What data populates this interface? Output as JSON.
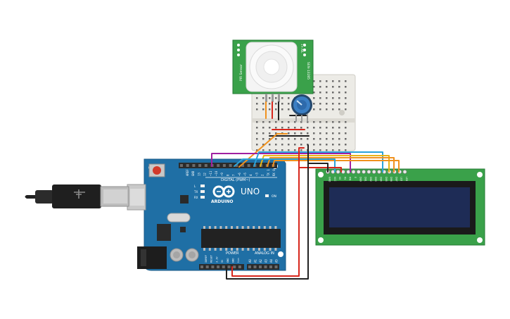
{
  "arduino": {
    "model": "UNO",
    "brand": "ARDUINO",
    "digital_header": "DIGITAL (PWM~)",
    "power_header": "POWER",
    "analog_header": "ANALOG IN",
    "on_label": "ON",
    "led_labels": [
      "L",
      "TX",
      "RX"
    ],
    "digital_pins": [
      "AREF",
      "GND",
      "13",
      "12",
      "~11",
      "~10",
      "~9",
      "8",
      "7",
      "~6",
      "~5",
      "4",
      "~3",
      "2",
      "TX 1",
      "RX 0"
    ],
    "power_pins": [
      "IOREF",
      "RESET",
      "3.3V",
      "5V",
      "GND",
      "GND",
      "Vin"
    ],
    "analog_pins": [
      "A0",
      "A1",
      "A2",
      "A3",
      "A4",
      "A5"
    ]
  },
  "pir_sensor": {
    "left_label": "PIR Sensor",
    "right_label_1": "SEN-13285",
    "right_label_2": "1+ AIL"
  },
  "lcd": {
    "pins": [
      "GND",
      "VCC",
      "V0",
      "RS",
      "RW",
      "E",
      "DB0",
      "DB1",
      "DB2",
      "DB3",
      "DB4",
      "DB5",
      "DB6",
      "DB7",
      "LED",
      "LED"
    ]
  },
  "colors": {
    "board": "#1f6fa5",
    "board_edge": "#195a87",
    "pcb_green": "#2e8b3b",
    "lcd_screen": "#1e2c56",
    "breadboard": "#ecebe6",
    "wire_orange": "#f0921e",
    "wire_purple": "#a020a0",
    "wire_blue": "#2aa3d9",
    "wire_red": "#d8261c",
    "wire_black": "#222222",
    "wire_yellow": "#e7b417"
  },
  "icons": [
    "usb-cable-icon",
    "potentiometer-icon",
    "reset-button-icon",
    "arduino-logo-icon"
  ]
}
